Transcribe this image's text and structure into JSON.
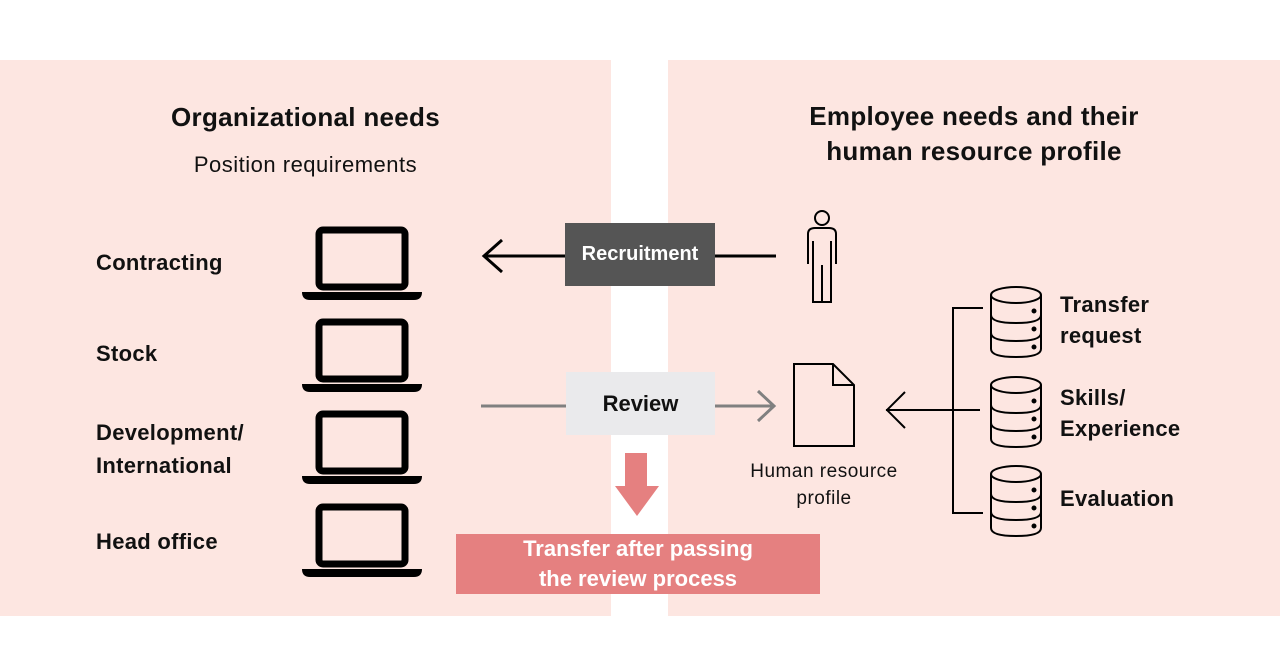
{
  "left_panel": {
    "title": "Organizational needs",
    "subtitle": "Position requirements",
    "departments": [
      {
        "line1": "Contracting",
        "line2": ""
      },
      {
        "line1": "Stock",
        "line2": ""
      },
      {
        "line1": "Development/",
        "line2": "International"
      },
      {
        "line1": "Head office",
        "line2": ""
      }
    ],
    "department_icon": "laptop-icon"
  },
  "right_panel": {
    "title_line1": "Employee needs and their",
    "title_line2": "human resource profile",
    "person_icon": "person-icon",
    "profile": {
      "icon": "document-icon",
      "line1": "Human resource",
      "line2": "profile"
    },
    "sources": [
      {
        "icon": "database-icon",
        "line1": "Transfer",
        "line2": "request"
      },
      {
        "icon": "database-icon",
        "line1": "Skills/",
        "line2": "Experience"
      },
      {
        "icon": "database-icon",
        "line1": "Evaluation",
        "line2": ""
      }
    ]
  },
  "flow": {
    "recruitment_label": "Recruitment",
    "review_label": "Review",
    "transfer_line1": "Transfer after passing",
    "transfer_line2": "the review process"
  },
  "colors": {
    "panel_bg": "#fde6e1",
    "recruitment_bg": "#555555",
    "review_bg": "#eaeaec",
    "transfer_bg": "#e58080",
    "review_arrow": "#808080"
  }
}
